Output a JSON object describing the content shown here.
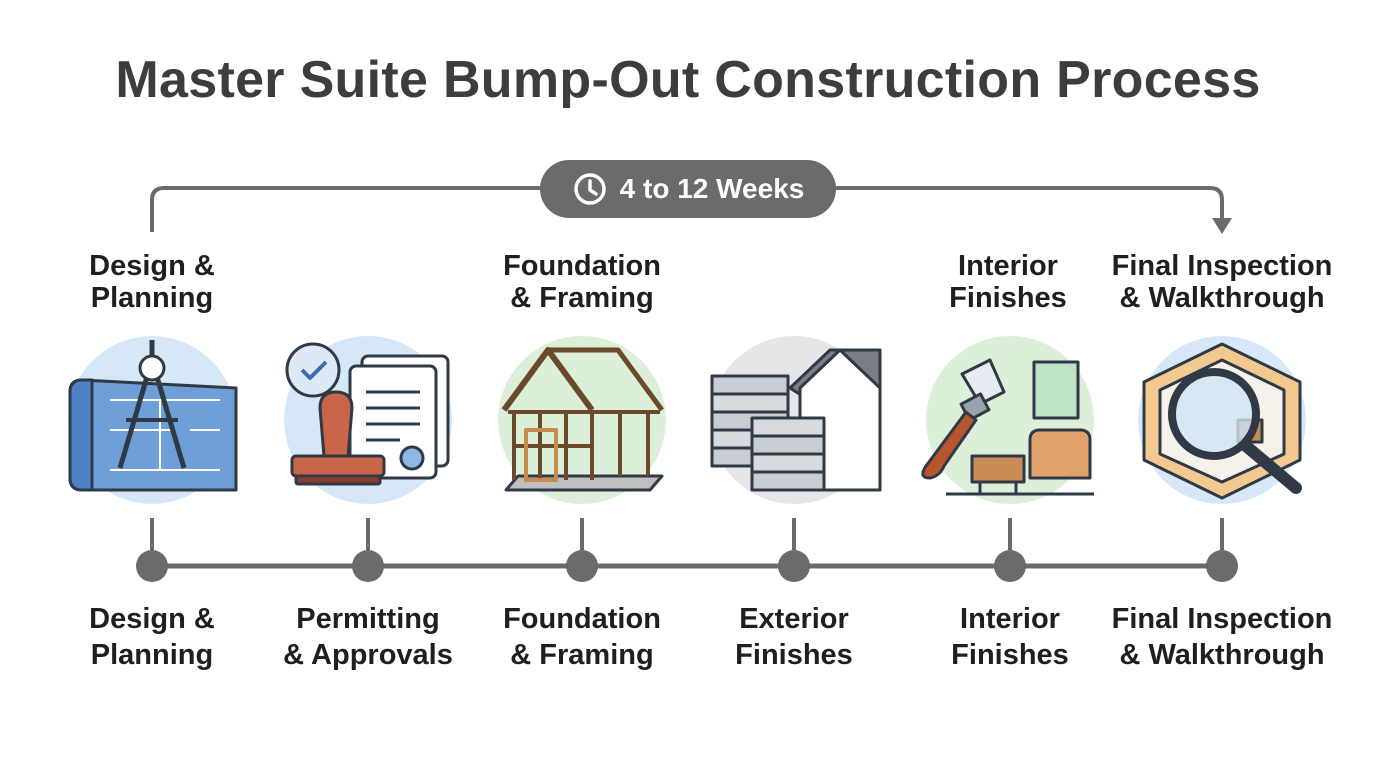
{
  "title": "Master Suite Bump-Out Construction Process",
  "duration": {
    "label": "4 to 12 Weeks",
    "icon": "clock-icon"
  },
  "top_labels": [
    {
      "line1": "Design &",
      "line2": "Planning"
    },
    {
      "line1": "Foundation",
      "line2": "& Framing"
    },
    {
      "line1": "Interior",
      "line2": "Finishes"
    },
    {
      "line1": "Final Inspection",
      "line2": "& Walkthrough"
    }
  ],
  "steps": [
    {
      "line1": "Design &",
      "line2": "Planning",
      "icon": "blueprint-compass-icon",
      "bg": "#d6e8f7"
    },
    {
      "line1": "Permitting",
      "line2": "& Approvals",
      "icon": "stamp-document-icon",
      "bg": "#d6e8f7"
    },
    {
      "line1": "Foundation",
      "line2": "& Framing",
      "icon": "house-frame-icon",
      "bg": "#dcefd8"
    },
    {
      "line1": "Exterior",
      "line2": "Finishes",
      "icon": "siding-roof-icon",
      "bg": "#e4e6e8"
    },
    {
      "line1": "Interior",
      "line2": "Finishes",
      "icon": "paintbrush-furniture-icon",
      "bg": "#dcefd8"
    },
    {
      "line1": "Final Inspection",
      "line2": "& Walkthrough",
      "icon": "magnifier-room-icon",
      "bg": "#d6e8f7"
    }
  ],
  "colors": {
    "line": "#6b6b6b",
    "title": "#3d3d3d"
  }
}
